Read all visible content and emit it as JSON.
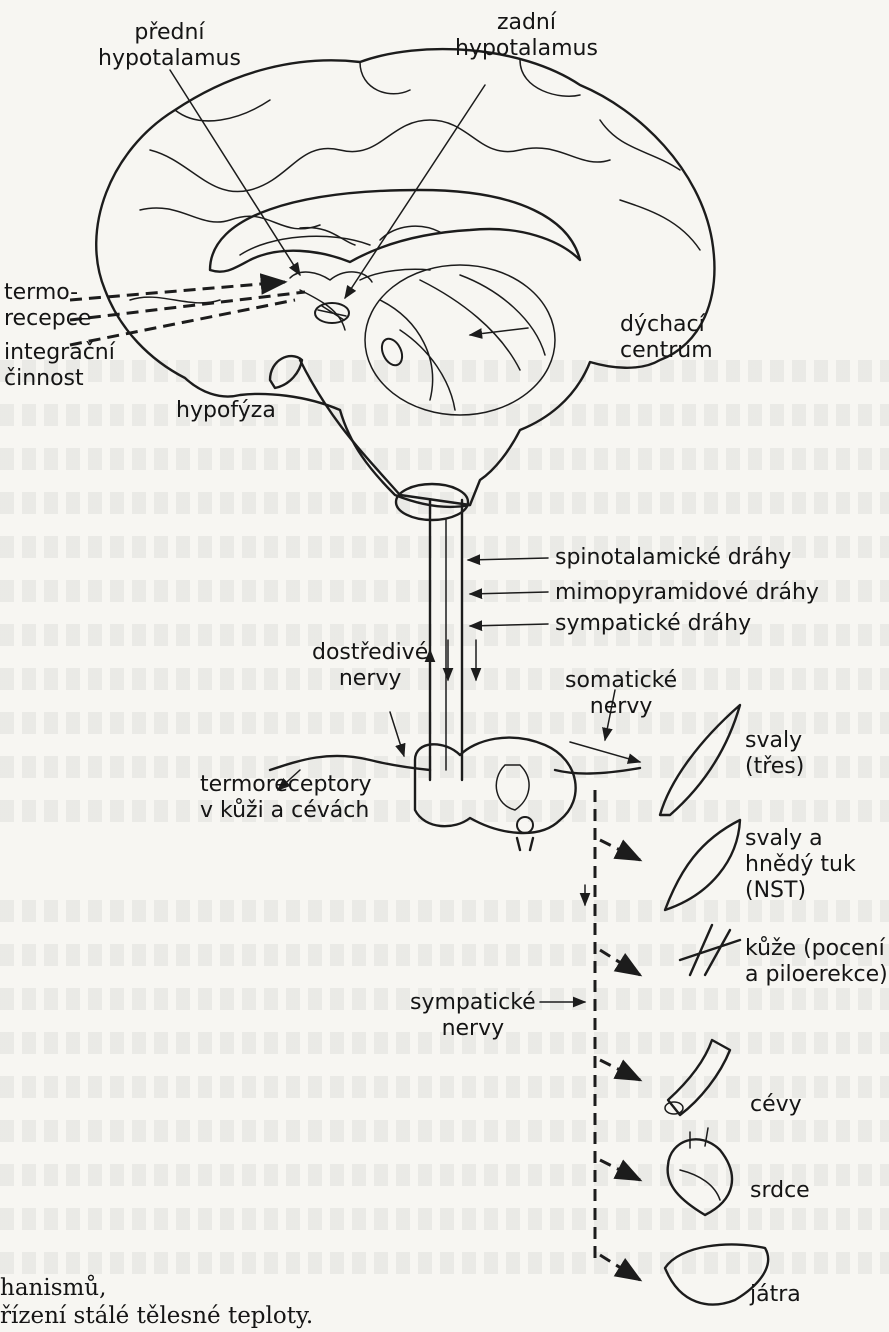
{
  "labels": {
    "predni": "přední\nhypotalamus",
    "zadni": "zadní\nhypotalamus",
    "termorecepce": "termo-\nrecepce",
    "integracni": "integrační\nčinnost",
    "hypofyza": "hypofýza",
    "dychaci": "dýchací\ncentrum",
    "spinotalamicke": "spinotalamické dráhy",
    "mimopyramidove": "mimopyramidové dráhy",
    "sympaticke_drahy": "sympatické dráhy",
    "dostredive": "dostředivé\nnervy",
    "somaticke": "somatické\nnervy",
    "termoreceptory": "termoreceptory\nv kůži a cévách",
    "svaly_tres": "svaly\n(třes)",
    "svaly_tuk": "svaly a\nhnědý tuk\n(NST)",
    "kuze": "kůže (pocení\na piloerekce)",
    "sympaticke_nervy": "sympatické\nnervy",
    "cevy": "cévy",
    "srdce": "srdce",
    "jatra": "játra"
  },
  "footer": {
    "line1": "hanismů,",
    "line2": "řízení stálé tělesné teploty."
  }
}
